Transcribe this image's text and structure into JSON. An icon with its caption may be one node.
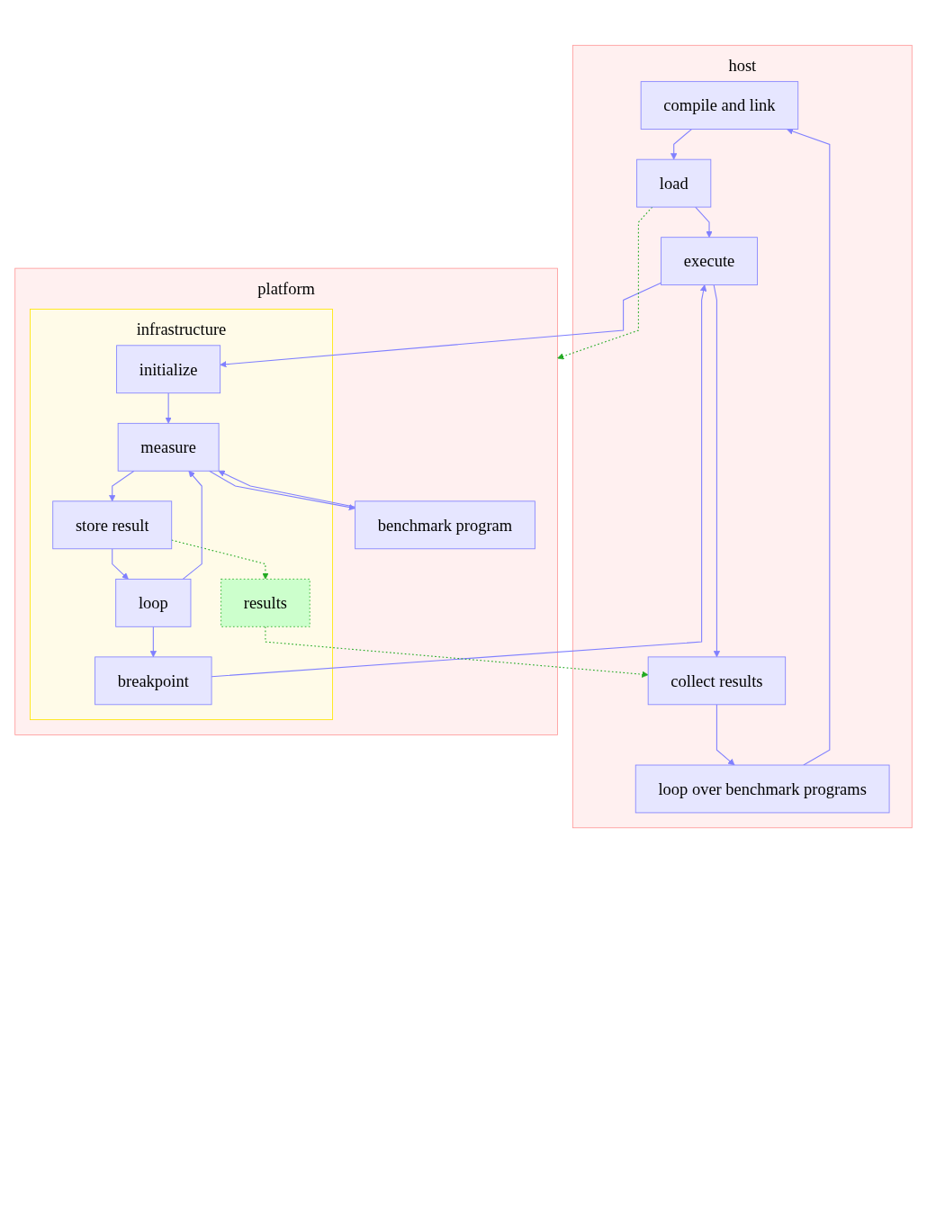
{
  "diagram": {
    "nodes": [
      {
        "text": [
          "host"
        ]
      },
      {
        "text": [
          "compile and link"
        ],
        "in": 0
      },
      {
        "text": [
          "load"
        ],
        "in": 0
      },
      {
        "text": [
          "execute"
        ],
        "in": 0
      },
      {
        "text": [
          "collect results"
        ],
        "in": 0
      },
      {
        "text": [
          "loop over benchmark programs"
        ],
        "in": 0
      },
      {
        "text": [
          "platform"
        ]
      },
      {
        "text": [
          "infrastructure"
        ],
        "in": 6
      },
      {
        "text": [
          "initialize"
        ],
        "in": 7
      },
      {
        "text": [
          "measure"
        ],
        "in": 7
      },
      {
        "text": [
          "results"
        ],
        "in": 7
      },
      {
        "text": [
          "store result"
        ],
        "in": 7
      },
      {
        "text": [
          "loop"
        ],
        "in": 7
      },
      {
        "text": [
          "breakpoint"
        ],
        "in": 7
      },
      {
        "text": [
          "benchmark program"
        ],
        "in": 6
      }
    ],
    "edges": [
      {
        "from": 1,
        "to": 2,
        "arrow": "to"
      },
      {
        "from": 2,
        "to": 3,
        "arrow": "to"
      },
      {
        "from": 3,
        "to": 4,
        "arrow": "to"
      },
      {
        "from": 4,
        "to": 5,
        "arrow": "to"
      },
      {
        "from": 5,
        "to": 1,
        "arrow": "to"
      },
      {
        "from": 2,
        "to": 6,
        "arrow": "to",
        "style": "dashed",
        "color": "#22aa22"
      },
      {
        "from": 3,
        "to": 8,
        "arrow": "to"
      },
      {
        "from": 13,
        "to": 3,
        "arrow": "to"
      },
      {
        "from": 8,
        "to": 9,
        "arrow": "to"
      },
      {
        "from": 9,
        "to": 14,
        "arrow": "to"
      },
      {
        "from": 14,
        "to": 9,
        "arrow": "to"
      },
      {
        "from": 9,
        "to": 11,
        "arrow": "to"
      },
      {
        "from": 11,
        "to": 10,
        "arrow": "to",
        "style": "dashed",
        "color": "#22aa22"
      },
      {
        "from": 11,
        "to": 12,
        "arrow": "to"
      },
      {
        "from": 12,
        "to": 9,
        "arrow": "to"
      },
      {
        "from": 12,
        "to": 13,
        "arrow": "to"
      },
      {
        "from": 10,
        "to": 4,
        "arrow": "to",
        "style": "dashed",
        "color": "#22aa22"
      }
    ]
  }
}
